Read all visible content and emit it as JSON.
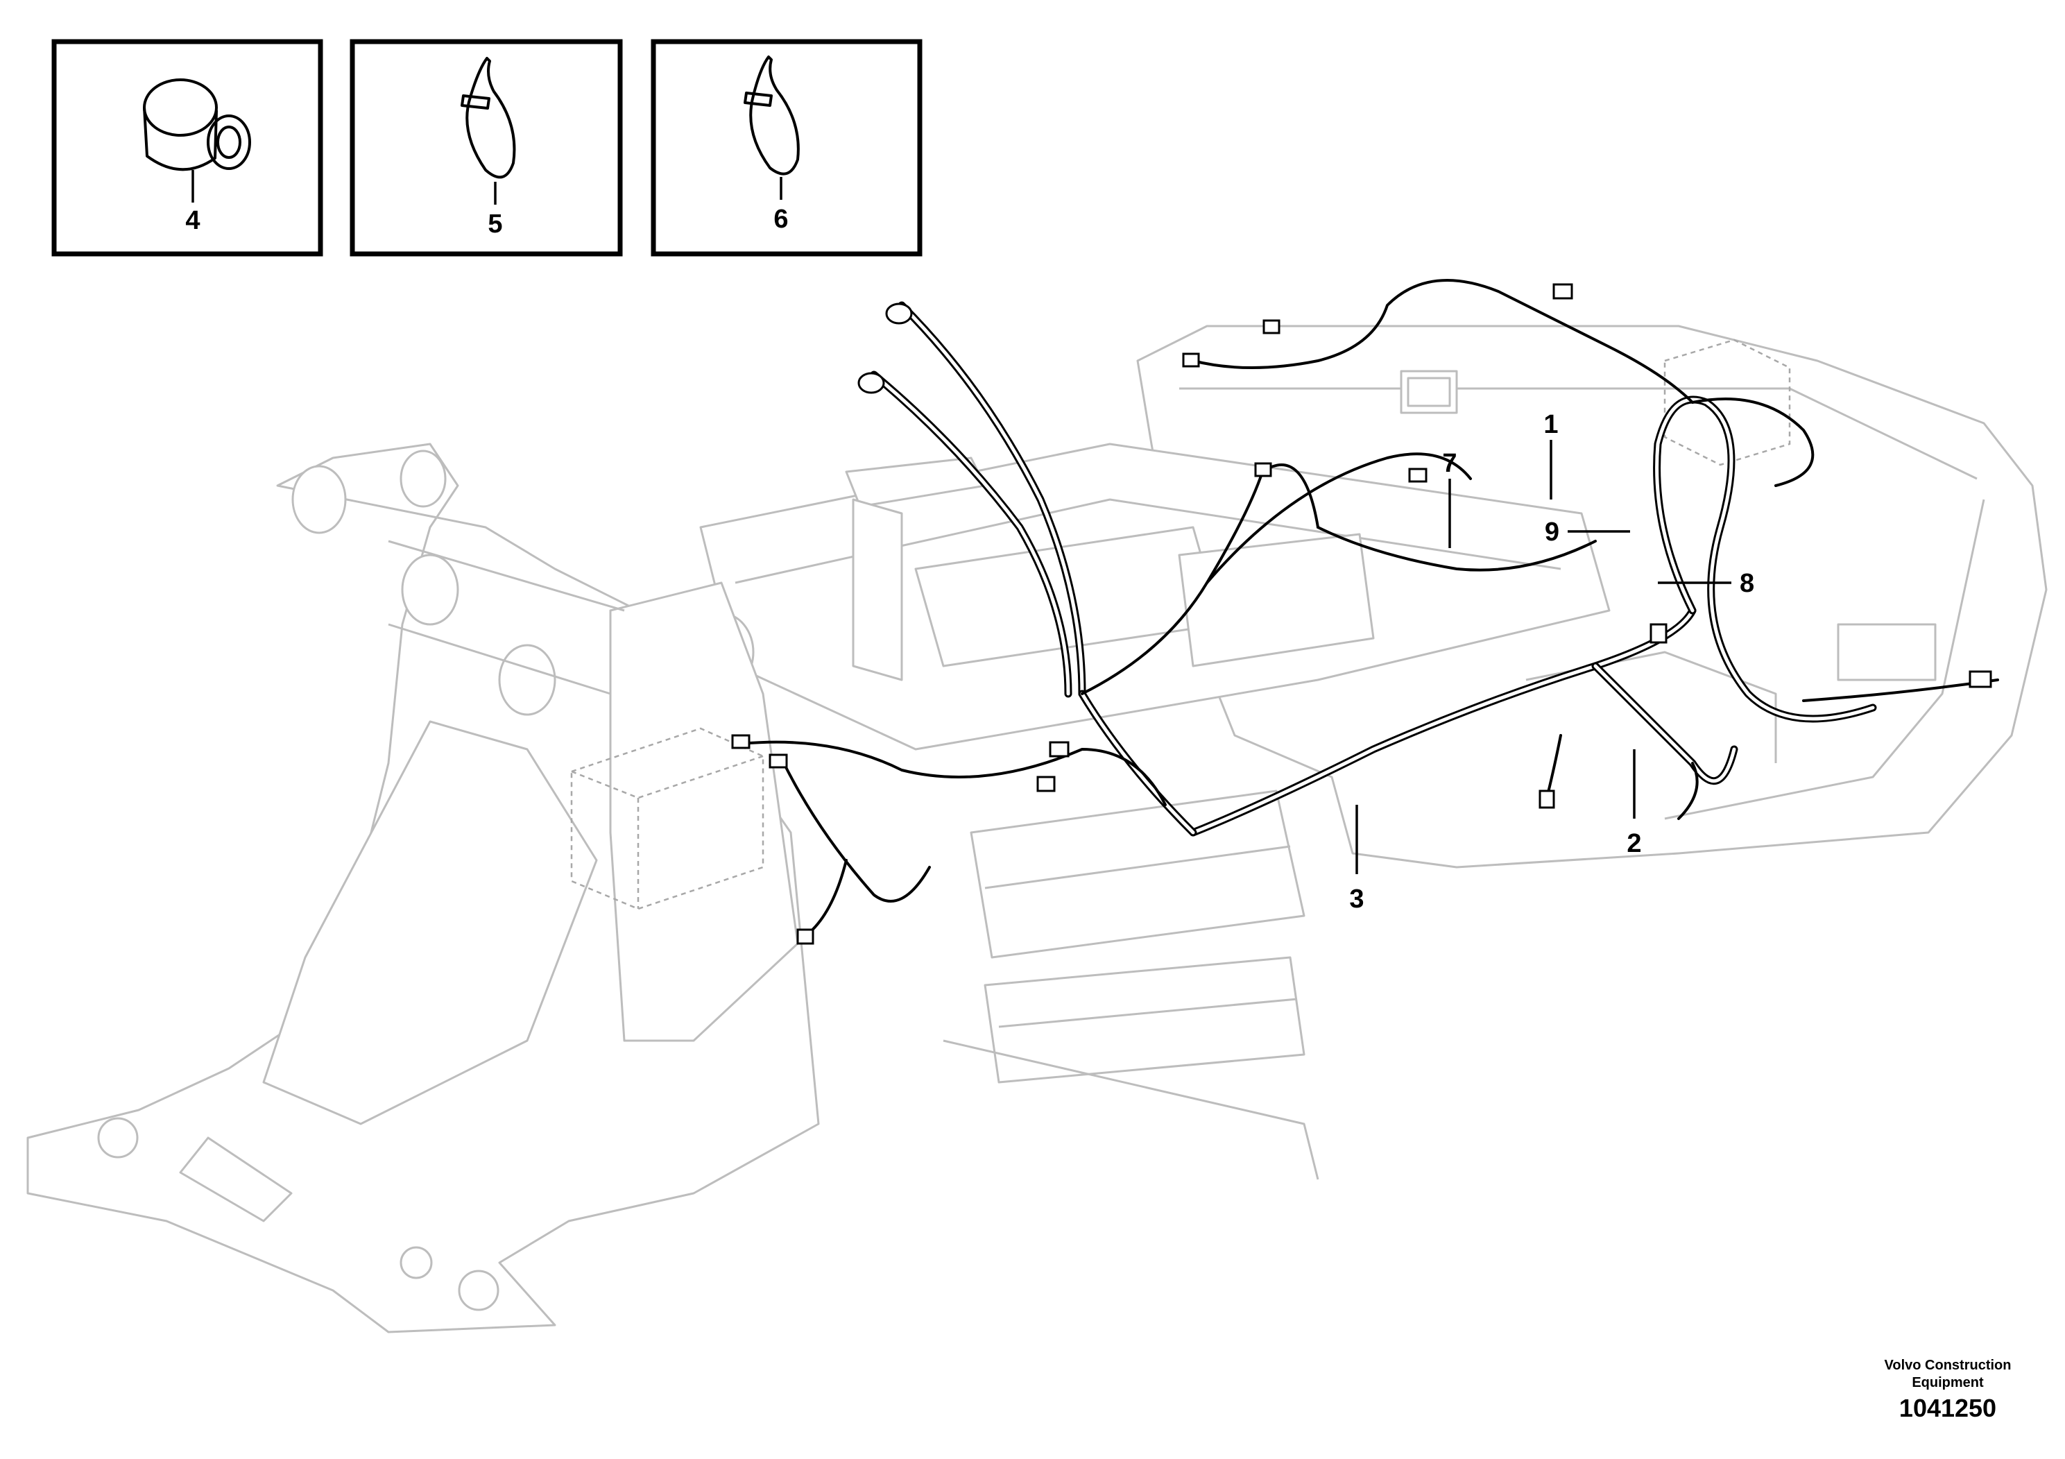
{
  "inset_labels": [
    "4",
    "5",
    "6"
  ],
  "callouts": {
    "c1": "1",
    "c2": "2",
    "c3": "3",
    "c7": "7",
    "c8": "8",
    "c9": "9"
  },
  "footer": {
    "credit_line1": "Volvo Construction",
    "credit_line2": "Equipment",
    "doc_number": "1041250"
  },
  "icons": [
    "grommet-icon",
    "cable-tie-icon",
    "cable-tie-icon"
  ]
}
